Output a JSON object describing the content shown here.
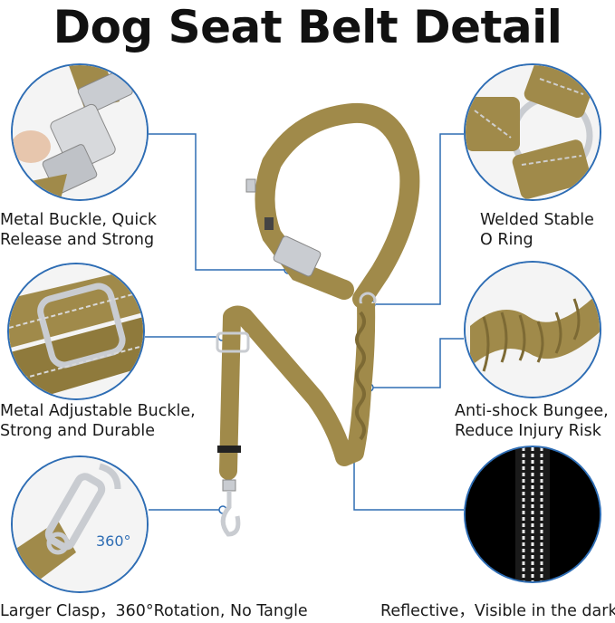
{
  "title": "Dog Seat Belt Detail",
  "features": [
    {
      "line1": "Metal Buckle, Quick",
      "line2": "Release and Strong"
    },
    {
      "line1": "Welded Stable",
      "line2": "O Ring"
    },
    {
      "line1": "Metal Adjustable Buckle,",
      "line2": "Strong and Durable"
    },
    {
      "line1": "Anti-shock Bungee,",
      "line2": "Reduce Injury Risk"
    },
    {
      "line1": "Larger Clasp，360°Rotation, No Tangle"
    },
    {
      "line1": "Reflective，Visible in the dark"
    }
  ],
  "rotation_badge": "360°",
  "colors": {
    "strap": "#a08a4a",
    "strap_dark": "#7d6a34",
    "line": "#2e6db4",
    "metal": "#c9ccd1"
  }
}
